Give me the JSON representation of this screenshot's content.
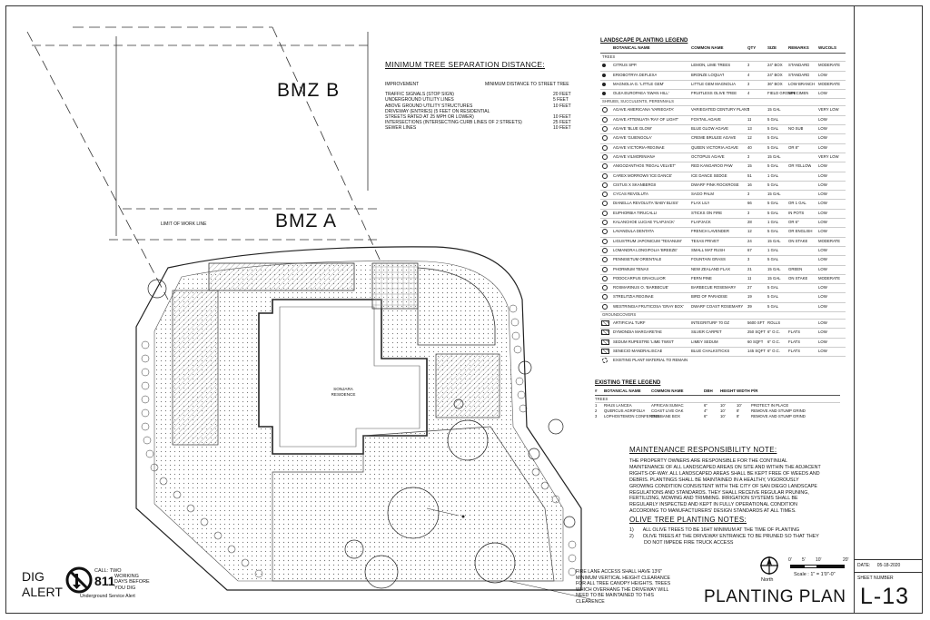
{
  "bmz": {
    "b": "BMZ B",
    "a": "BMZ A",
    "limit": "LIMIT OF WORK LINE"
  },
  "residence": {
    "name": "SONJARA",
    "sub": "RESIDENCE"
  },
  "separation": {
    "title": "MINIMUM TREE SEPARATION DISTANCE:",
    "h_left": "IMPROVEMENT",
    "h_right": "MINIMUM DISTANCE TO STREET TREE",
    "rows": [
      [
        "TRAFFIC SIGNALS (STOP SIGN)",
        "20 FEET"
      ],
      [
        "UNDERGROUND UTILITY LINES",
        "5 FEET"
      ],
      [
        "ABOVE GROUND UTILITY STRUCTURES",
        "10 FEET"
      ],
      [
        "DRIVEWAY (ENTRIES) (5 FEET ON RESIDENTIAL",
        ""
      ],
      [
        "STREETS RATED AT 25 MPH OR LOWER)",
        "10 FEET"
      ],
      [
        "INTERSECTIONS (INTERSECTING CURB LINES OF 2 STREETS)",
        "25 FEET"
      ],
      [
        "SEWER LINES",
        "10 FEET"
      ]
    ]
  },
  "legend": {
    "title": "LANDSCAPE PLANTING LEGEND",
    "headers": [
      "BOTANICAL NAME",
      "COMMON NAME",
      "QTY",
      "SIZE",
      "REMARKS",
      "WUCOLS"
    ],
    "sections": {
      "trees": "TREES",
      "shrubs": "SHRUBS, SUCCULENTS, PERENNIALS",
      "ground": "GROUNDCOVERS"
    },
    "trees": [
      [
        "CITRUS SPP.",
        "LEMON, LIME TREES",
        "3",
        "24\" BOX",
        "STANDARD",
        "MODERATE"
      ],
      [
        "ERIOBOTRYA DEFLEXA",
        "BRONZE LOQUAT",
        "4",
        "24\" BOX",
        "STANDARD",
        "LOW"
      ],
      [
        "MAGNOLIA G. 'LITTLE GEM'",
        "LITTLE GEM MAGNOLIA",
        "3",
        "36\" BOX",
        "LOW BRANCH",
        "MODERATE"
      ],
      [
        "OLEA EUROPAEA 'SWAN HILL'",
        "FRUITLESS OLIVE TREE",
        "4",
        "FIELD GROWN",
        "SPECIMEN",
        "LOW"
      ]
    ],
    "shrubs": [
      [
        "AGAVE AMERICANA 'VARIEGATA'",
        "VARIEGATED CENTURY PLANT",
        "3",
        "15 GAL",
        "",
        "VERY LOW"
      ],
      [
        "AGAVE ATTENUATA 'RAY OF LIGHT'",
        "FOXTAIL AGAVE",
        "11",
        "5 GAL",
        "",
        "LOW"
      ],
      [
        "AGAVE 'BLUE GLOW'",
        "BLUE GLOW AGAVE",
        "13",
        "5 GAL",
        "NO SUB",
        "LOW"
      ],
      [
        "AGAVE 'GUIENGOLA'",
        "CREME BRULEE AGAVE",
        "12",
        "5 GAL",
        "",
        "LOW"
      ],
      [
        "AGAVE VICTORIA-REGINAE",
        "QUEEN VICTORIA AGAVE",
        "40",
        "5 GAL",
        "OR 8\"",
        "LOW"
      ],
      [
        "AGAVE VILMORINIANA",
        "OCTOPUS AGAVE",
        "3",
        "15 GAL",
        "",
        "VERY LOW"
      ],
      [
        "ANIGOZANTHOS 'REGAL VELVET'",
        "RED KANGAROO PAW",
        "15",
        "5 GAL",
        "OR YELLOW",
        "LOW"
      ],
      [
        "CAREX MORROWII 'ICE DANCE'",
        "ICE DANCE SEDGE",
        "51",
        "1 GAL",
        "",
        "LOW"
      ],
      [
        "CISTUS X SKANBERGII",
        "DWARF PINK ROCKROSE",
        "16",
        "5 GAL",
        "",
        "LOW"
      ],
      [
        "CYCAS REVOLUTA",
        "SAGO PALM",
        "3",
        "15 GAL",
        "",
        "LOW"
      ],
      [
        "DIANELLA REVOLUTA 'BABY BLISS'",
        "FLAX LILY",
        "66",
        "5 GAL",
        "OR 1 GAL",
        "LOW"
      ],
      [
        "EUPHORBIA TIRUCALLI",
        "STICKS ON FIRE",
        "3",
        "5 GAL",
        "IN POTS",
        "LOW"
      ],
      [
        "KALANCHOE LUCIAE 'FLAPJACK'",
        "FLAPJACK",
        "28",
        "1 GAL",
        "OR 6\"",
        "LOW"
      ],
      [
        "LAVANDULA DENTATA",
        "FRENCH LAVENDER",
        "12",
        "5 GAL",
        "OR ENGLISH",
        "LOW"
      ],
      [
        "LIGUSTRUM JAPONICUM 'TEXANUM'",
        "TEXAS PRIVET",
        "24",
        "15 GAL",
        "ON STAKE",
        "MODERATE"
      ],
      [
        "LOMANDRA LONGIFOLIA 'BREEZE'",
        "SMALL MAT RUSH",
        "67",
        "1 GAL",
        "",
        "LOW"
      ],
      [
        "PENNISETUM ORIENTALE",
        "FOUNTAIN GRASS",
        "3",
        "5 GAL",
        "",
        "LOW"
      ],
      [
        "PHORMIUM TENAX",
        "NEW ZEALAND FLAX",
        "21",
        "15 GAL",
        "GREEN",
        "LOW"
      ],
      [
        "PODOCARPUS GRACILLIOR",
        "FERN PINE",
        "11",
        "15 GAL",
        "ON STAKE",
        "MODERATE"
      ],
      [
        "ROSMARINUS O. 'BARBECUE'",
        "BARBECUE ROSEMARY",
        "27",
        "5 GAL",
        "",
        "LOW"
      ],
      [
        "STRELITZIA REGINAE",
        "BIRD OF PARADISE",
        "19",
        "5 GAL",
        "",
        "LOW"
      ],
      [
        "WESTRINGIA FRUTICOSA 'GRAY BOX'",
        "DWARF COAST ROSEMARY",
        "39",
        "5 GAL",
        "",
        "LOW"
      ]
    ],
    "ground": [
      [
        "ARTIFICIAL TURF",
        "INTEGRITURF 70 OZ",
        "5600 SFT",
        "ROLLS",
        "",
        "LOW"
      ],
      [
        "DYMONDIA MARGARETAE",
        "SILVER CARPET",
        "250 SQFT",
        "6\" O.C.",
        "FLATS",
        "LOW"
      ],
      [
        "SEDUM RUPESTRE 'LIME TWIST'",
        "LIMEY SEDUM",
        "60 SQFT",
        "6\" O.C.",
        "FLATS",
        "LOW"
      ],
      [
        "SENECIO MANDRALISCAE",
        "BLUE CHALKSTICKS",
        "145 SQFT",
        "6\" O.C.",
        "FLATS",
        "LOW"
      ]
    ],
    "existing_note": "EXISTING PLANT MATERIAL TO REMAIN"
  },
  "existing": {
    "title": "EXISTING TREE LEGEND",
    "headers": [
      "#",
      "BOTANICAL NAME",
      "COMMON NAME",
      "DBH",
      "HEIGHT",
      "WIDTH",
      "P/R"
    ],
    "section": "TREES",
    "rows": [
      [
        "1",
        "RHUS LANCEA",
        "AFRICAN SUMAC",
        "6\"",
        "10'",
        "10'",
        "PROTECT IN PLACE"
      ],
      [
        "2",
        "QUERCUS AGRIFOLIA",
        "COAST LIVE OAK",
        "4\"",
        "10'",
        "8'",
        "REMOVE AND STUMP GRIND"
      ],
      [
        "3",
        "LOPHOSTEMON CONFERTUS",
        "BRISBANE BOX",
        "6\"",
        "10'",
        "8'",
        "REMOVE AND STUMP GRIND"
      ]
    ]
  },
  "maintenance": {
    "title": "MAINTENANCE RESPONSIBILITY NOTE:",
    "lines": [
      "THE PROPERTY OWNERS ARE RESPONSIBLE FOR THE CONTINUAL",
      "MAINTENANCE OF ALL LANDSCAPED AREAS ON SITE AND WITHIN THE ADJACENT",
      "RIGHTS-OF-WAY. ALL LANDSCAPED AREAS SHALL BE KEPT FREE OF WEEDS AND",
      "DEBRIS. PLANTINGS SHALL BE MAINTAINED IN A HEALTHY, VIGOROUSLY",
      "GROWING CONDITION CONSISTENT WITH THE CITY OF SAN DIEGO LANDSCAPE",
      "REGULATIONS AND STANDARDS. THEY SHALL RECEIVE REGULAR PRUNING,",
      "FERTILIZING, MOWING AND TRIMMING. IRRIGATION SYSTEMS SHALL BE",
      "REGULARLY INSPECTED AND KEPT IN FULLY OPERATIONAL CONDITION",
      "ACCORDING TO MANUFACTURERS' DESIGN STANDARDS AT ALL TIMES."
    ]
  },
  "olive": {
    "title": "OLIVE TREE PLANTING NOTES:",
    "n1": "1)",
    "l1": "ALL OLIVE TREES TO BE 16HT MINIMUM AT THE TIME OF PLANTING",
    "n2": "2)",
    "l2a": "OLIVE TREES AT THE DRIVEWAY ENTRANCE TO BE PRUNED SO THAT THEY",
    "l2b": "DO NOT IMPEDE FIRE TRUCK ACCESS"
  },
  "fire": [
    "FIRE LANE ACCESS SHALL HAVE 13'6\"",
    "MINIMUM VERTICAL HEIGHT CLEARANCE",
    "FOR ALL TREE CANOPY HEIGHTS. TREES",
    "WHICH OVERHANG THE DRIVEWAY WILL",
    "NEED TO BE MAINTAINED TO THIS",
    "CLEARENCE"
  ],
  "dig": {
    "word1": "DIG",
    "word2": "ALERT",
    "call": "CALL:",
    "number": "811",
    "l1": "TWO",
    "l2": "WORKING",
    "l3": "DAYS BEFORE",
    "l4": "YOU DIG",
    "service": "Underground Service Alert"
  },
  "north": "North",
  "scale": {
    "text": "Scale : 1\" = 1'0\"-0\"",
    "ticks": [
      "0'",
      "5'",
      "10'",
      "20'"
    ]
  },
  "plan_title": "PLANTING PLAN",
  "titleblock": {
    "date_label": "DATE:",
    "date": "05-18-2020",
    "sheet_label": "SHEET NUMBER",
    "sheet": "L-13"
  },
  "colors": {
    "line": "#222222",
    "hatch": "#888888"
  }
}
